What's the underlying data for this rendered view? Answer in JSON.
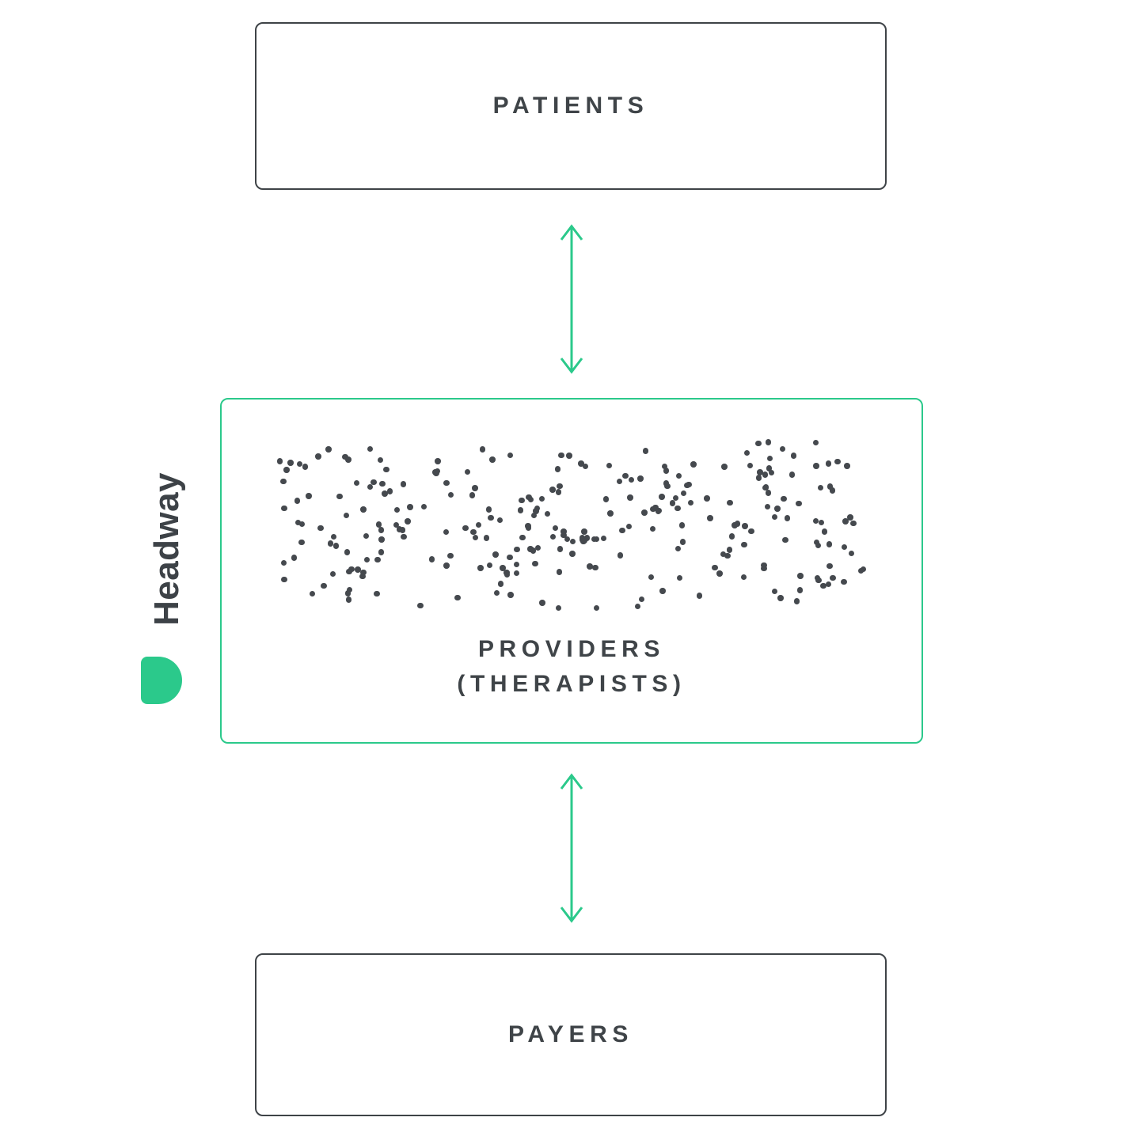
{
  "diagram": {
    "type": "flow-diagram",
    "nodes": {
      "patients": {
        "label": "PATIENTS"
      },
      "providers": {
        "label_line1": "PROVIDERS",
        "label_line2": "(THERAPISTS)"
      },
      "payers": {
        "label": "PAYERS"
      }
    },
    "edges": [
      {
        "from": "patients",
        "to": "providers",
        "style": "double-headed-arrow"
      },
      {
        "from": "providers",
        "to": "payers",
        "style": "double-headed-arrow"
      }
    ],
    "brand": {
      "name": "Headway"
    },
    "dots": {
      "count": 265
    },
    "colors": {
      "accent_green": "#2bc98b",
      "box_border": "#3e4347",
      "text": "#3f4448",
      "dot": "#45494e"
    }
  }
}
